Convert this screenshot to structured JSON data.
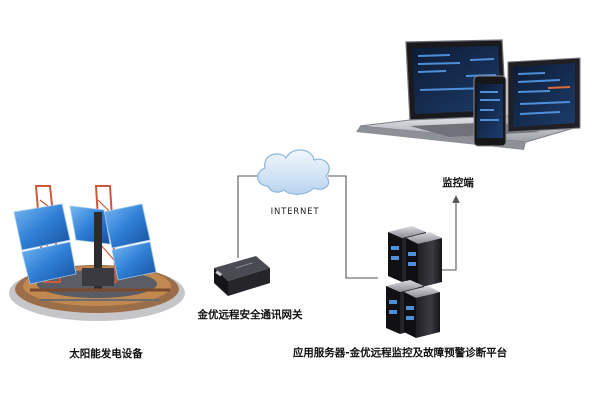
{
  "labels": {
    "solar": "太阳能发电设备",
    "gateway": "金优远程安全通讯网关",
    "internet": "INTERNET",
    "monitor": "监控端",
    "server": "应用服务器-金优远程监控及故障预警诊断平台"
  },
  "colors": {
    "line": "#555555",
    "server_body": "#2e2e33",
    "server_panel": "#4f8fd9",
    "panel_blue": "#3a84d8",
    "cloud": "#cfe1f3"
  },
  "icons": [
    "solar-array-icon",
    "gateway-device-icon",
    "cloud-icon",
    "server-rack-icon",
    "laptop-icon",
    "tablet-icon",
    "phone-icon"
  ]
}
